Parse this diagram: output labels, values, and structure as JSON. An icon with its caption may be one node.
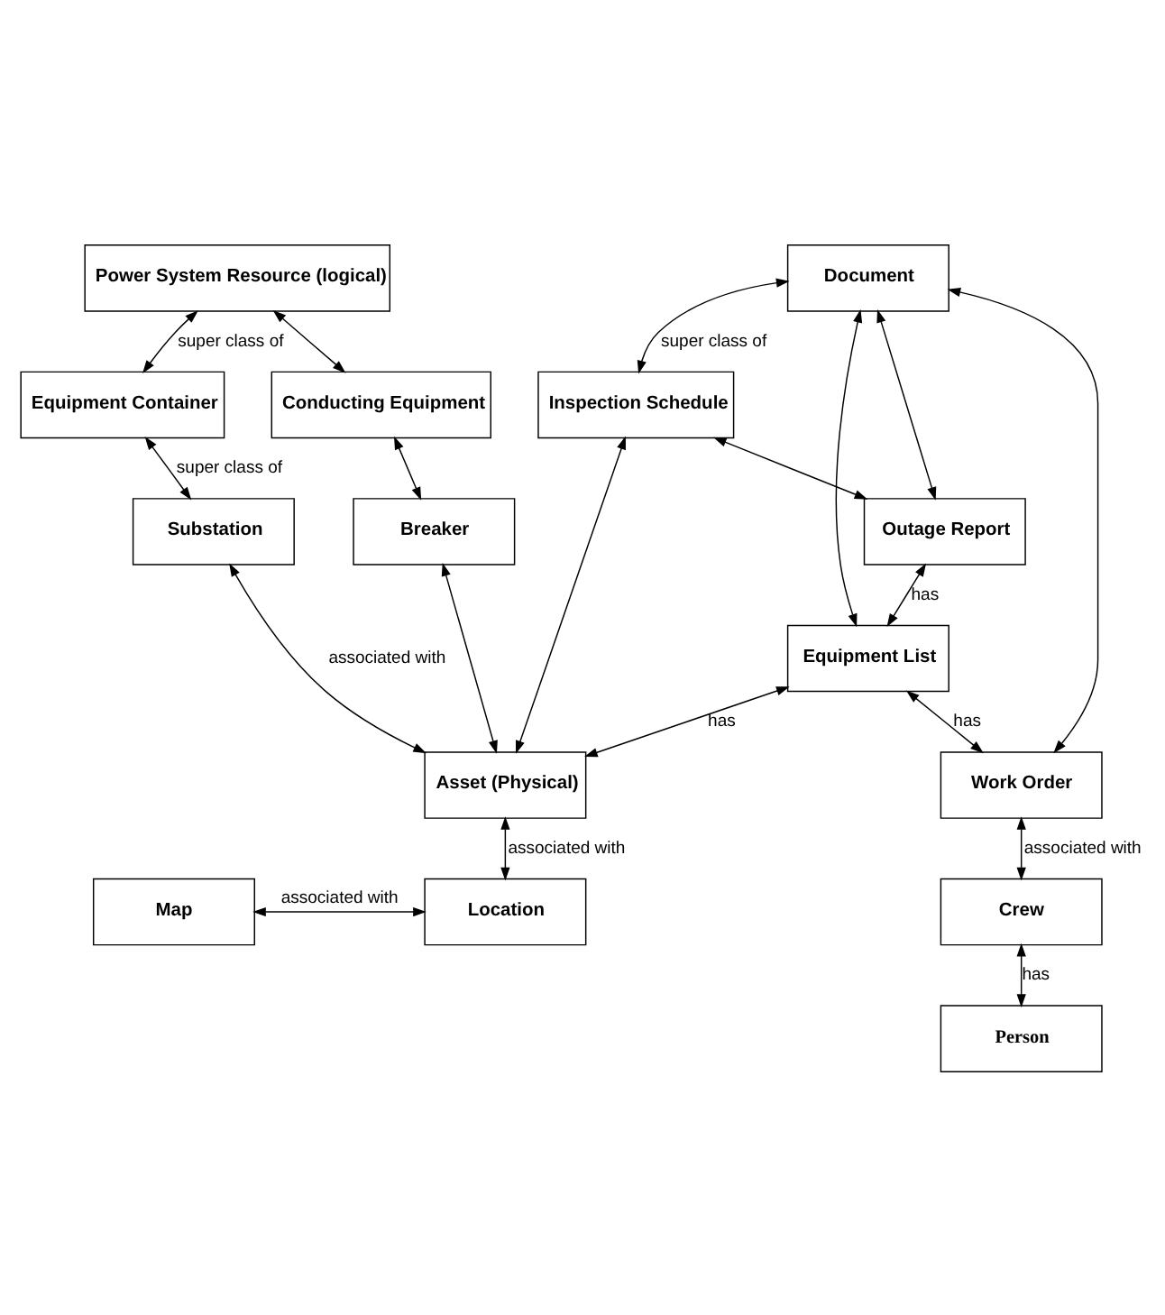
{
  "diagram": {
    "nodes": [
      {
        "text": [
          "Power System Resource (logical)"
        ]
      },
      {
        "text": [
          "Document"
        ]
      },
      {
        "text": [
          "Inspection Schedule"
        ]
      },
      {
        "text": [
          "Equipment Container"
        ]
      },
      {
        "text": [
          "Conducting Equipment"
        ]
      },
      {
        "text": [
          "Outage Report"
        ]
      },
      {
        "text": [
          "Substation"
        ]
      },
      {
        "text": [
          "Breaker"
        ]
      },
      {
        "text": [
          "Equipment List"
        ]
      },
      {
        "text": [
          "Asset (Physical)"
        ]
      },
      {
        "text": [
          "Work Order"
        ]
      },
      {
        "text": [
          "Map"
        ]
      },
      {
        "text": [
          "Location"
        ]
      },
      {
        "text": [
          "Crew"
        ]
      },
      {
        "text": [
          "Person"
        ]
      }
    ],
    "edges": [
      {
        "from": 0,
        "to": 3,
        "arrow": "both",
        "label": "super class of"
      },
      {
        "from": 0,
        "to": 4,
        "arrow": "both"
      },
      {
        "from": 3,
        "to": 6,
        "arrow": "both",
        "label": "super class of"
      },
      {
        "from": 4,
        "to": 7,
        "arrow": "both"
      },
      {
        "from": 9,
        "to": 6,
        "arrow": "both",
        "label": "associated with"
      },
      {
        "from": 9,
        "to": 7,
        "arrow": "both"
      },
      {
        "from": 9,
        "to": 2,
        "arrow": "both"
      },
      {
        "from": 9,
        "to": 8,
        "arrow": "both",
        "label": "has"
      },
      {
        "from": 1,
        "to": 2,
        "arrow": "both",
        "label": "super class of"
      },
      {
        "from": 1,
        "to": 5,
        "arrow": "both"
      },
      {
        "from": 1,
        "to": 8,
        "arrow": "both"
      },
      {
        "from": 1,
        "to": 10,
        "arrow": "both"
      },
      {
        "from": 2,
        "to": 5,
        "arrow": "both"
      },
      {
        "from": 5,
        "to": 8,
        "arrow": "both",
        "label": "has"
      },
      {
        "from": 8,
        "to": 10,
        "arrow": "both",
        "label": "has"
      },
      {
        "from": 9,
        "to": 12,
        "arrow": "both",
        "label": "associated with"
      },
      {
        "from": 11,
        "to": 12,
        "arrow": "both",
        "label": "associated with"
      },
      {
        "from": 10,
        "to": 13,
        "arrow": "both",
        "label": "associated with"
      },
      {
        "from": 13,
        "to": 14,
        "arrow": "both",
        "label": "has"
      }
    ]
  }
}
